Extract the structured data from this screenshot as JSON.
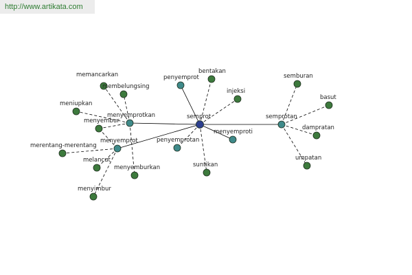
{
  "source_url": "http://www.artikata.com",
  "colors": {
    "center": "#2d3f8f",
    "synonym": "#3f8a8a",
    "related": "#3d7a3d",
    "node_stroke": "#1f2f1f",
    "edge": "#000000"
  },
  "nodes": [
    {
      "id": "semprot",
      "label": "semprot",
      "kind": "center"
    },
    {
      "id": "menyemprotkan",
      "label": "menyemprotkan",
      "kind": "synonym"
    },
    {
      "id": "menyemprot",
      "label": "menyemprot",
      "kind": "synonym"
    },
    {
      "id": "semprotan",
      "label": "semprotan",
      "kind": "synonym"
    },
    {
      "id": "penyemprot",
      "label": "penyemprot",
      "kind": "synonym"
    },
    {
      "id": "penyemprotan",
      "label": "penyemprotan",
      "kind": "synonym"
    },
    {
      "id": "menyemproti",
      "label": "menyemproti",
      "kind": "synonym"
    },
    {
      "id": "memancarkan",
      "label": "memancarkan",
      "kind": "related"
    },
    {
      "id": "membelungsing",
      "label": "membelungsing",
      "kind": "related"
    },
    {
      "id": "meniupkan",
      "label": "meniupkan",
      "kind": "related"
    },
    {
      "id": "menyembur",
      "label": "menyembur",
      "kind": "related"
    },
    {
      "id": "merentang-merentang",
      "label": "merentang-merentang",
      "kind": "related"
    },
    {
      "id": "melancut",
      "label": "melancut",
      "kind": "related"
    },
    {
      "id": "menyemburkan",
      "label": "menyemburkan",
      "kind": "related"
    },
    {
      "id": "menyimbur",
      "label": "menyimbur",
      "kind": "related"
    },
    {
      "id": "bentakan",
      "label": "bentakan",
      "kind": "related"
    },
    {
      "id": "injeksi",
      "label": "injeksi",
      "kind": "related"
    },
    {
      "id": "suntikan",
      "label": "suntikan",
      "kind": "related"
    },
    {
      "id": "semburan",
      "label": "semburan",
      "kind": "related"
    },
    {
      "id": "basut",
      "label": "basut",
      "kind": "related"
    },
    {
      "id": "dampratan",
      "label": "dampratan",
      "kind": "related"
    },
    {
      "id": "umpatan",
      "label": "umpatan",
      "kind": "related"
    }
  ],
  "edges": [
    {
      "from": "semprot",
      "to": "menyemprotkan",
      "style": "solid"
    },
    {
      "from": "semprot",
      "to": "menyemprot",
      "style": "solid"
    },
    {
      "from": "semprot",
      "to": "semprotan",
      "style": "solid"
    },
    {
      "from": "semprot",
      "to": "penyemprot",
      "style": "solid"
    },
    {
      "from": "semprot",
      "to": "menyemproti",
      "style": "solid"
    },
    {
      "from": "semprot",
      "to": "penyemprotan",
      "style": "dashed"
    },
    {
      "from": "semprot",
      "to": "bentakan",
      "style": "dashed"
    },
    {
      "from": "semprot",
      "to": "injeksi",
      "style": "dashed"
    },
    {
      "from": "semprot",
      "to": "suntikan",
      "style": "dashed"
    },
    {
      "from": "menyemprotkan",
      "to": "memancarkan",
      "style": "dashed"
    },
    {
      "from": "menyemprotkan",
      "to": "membelungsing",
      "style": "dashed"
    },
    {
      "from": "menyemprotkan",
      "to": "meniupkan",
      "style": "dashed"
    },
    {
      "from": "menyemprotkan",
      "to": "menyembur",
      "style": "dashed"
    },
    {
      "from": "menyemprotkan",
      "to": "menyemburkan",
      "style": "dashed"
    },
    {
      "from": "menyemprot",
      "to": "merentang-merentang",
      "style": "dashed"
    },
    {
      "from": "menyemprot",
      "to": "melancut",
      "style": "dashed"
    },
    {
      "from": "menyemprot",
      "to": "menyimbur",
      "style": "dashed"
    },
    {
      "from": "menyemprot",
      "to": "menyembur",
      "style": "dashed"
    },
    {
      "from": "semprotan",
      "to": "semburan",
      "style": "dashed"
    },
    {
      "from": "semprotan",
      "to": "basut",
      "style": "dashed"
    },
    {
      "from": "semprotan",
      "to": "dampratan",
      "style": "dashed"
    },
    {
      "from": "semprotan",
      "to": "umpatan",
      "style": "dashed"
    }
  ]
}
